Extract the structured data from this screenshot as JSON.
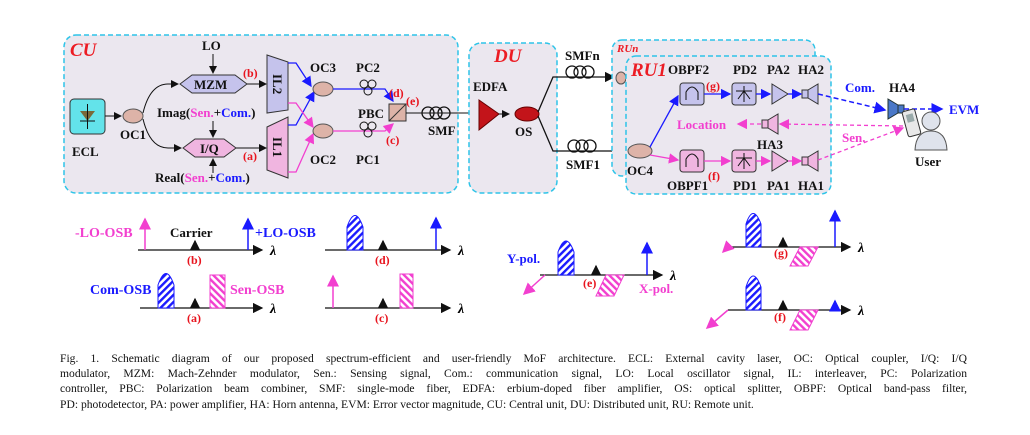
{
  "colors": {
    "box_border": "#2ec4e8",
    "box_fill": "#ebe7ef",
    "blue": "#1a1aff",
    "pink": "#f23fcf",
    "red": "#e8141e",
    "ecl": "#63e3ea",
    "edfa": "#c3141a"
  },
  "cu": {
    "title": "CU",
    "ecl": "ECL",
    "oc1": "OC1",
    "lo": "LO",
    "mzm": "MZM",
    "iq": "I/Q",
    "il2": "IL2",
    "il1": "IL1",
    "oc3": "OC3",
    "oc2": "OC2",
    "pc2": "PC2",
    "pc1": "PC1",
    "pbc": "PBC",
    "imag": {
      "prefix": "Imag(",
      "sen": "Sen.",
      "plus": "+",
      "com": "Com.",
      "close": ")"
    },
    "real": {
      "prefix": "Real(",
      "sen": "Sen.",
      "plus": "+",
      "com": "Com.",
      "close": ")"
    },
    "point_a": "(a)",
    "point_b": "(b)",
    "point_c": "(c)",
    "point_d": "(d)",
    "point_e": "(e)"
  },
  "smf": "SMF",
  "du": {
    "title": "DU",
    "edfa": "EDFA",
    "os": "OS",
    "smfn": "SMFn",
    "smf1": "SMF1"
  },
  "ru": {
    "run_title": "RUn",
    "ru1_title": "RU1",
    "oc4": "OC4",
    "obpf2": "OBPF2",
    "pd2": "PD2",
    "pa2": "PA2",
    "ha2": "HA2",
    "obpf1": "OBPF1",
    "pd1": "PD1",
    "pa1": "PA1",
    "ha1": "HA1",
    "ha3": "HA3",
    "location": "Location",
    "point_g": "(g)",
    "point_f": "(f)"
  },
  "user_side": {
    "com": "Com.",
    "ha4": "HA4",
    "evm": "EVM",
    "sen": "Sen.",
    "user": "User"
  },
  "spectra": {
    "lambda": "λ",
    "b": {
      "label": "(b)",
      "neg_lo": "-LO-OSB",
      "carrier": "Carrier",
      "pos_lo": "+LO-OSB"
    },
    "a": {
      "label": "(a)",
      "com_osb": "Com-OSB",
      "sen_osb": "Sen-OSB"
    },
    "d": {
      "label": "(d)"
    },
    "c": {
      "label": "(c)"
    },
    "e": {
      "label": "(e)",
      "y_pol": "Y-pol.",
      "x_pol": "X-pol."
    },
    "g": {
      "label": "(g)"
    },
    "f": {
      "label": "(f)"
    }
  },
  "caption": {
    "lines": [
      "Fig. 1.    Schematic diagram of our proposed spectrum-efficient and user-friendly MoF architecture. ECL: External cavity laser, OC: Optical coupler, I/Q: I/Q",
      "modulator, MZM: Mach-Zehnder modulator, Sen.: Sensing signal, Com.: communication signal, LO: Local oscillator signal, IL: interleaver, PC: Polarization",
      "controller, PBC: Polarization beam combiner, SMF: single-mode fiber, EDFA: erbium-doped fiber amplifier, OS: optical splitter, OBPF: Optical band-pass filter,",
      "PD: photodetector, PA: power amplifier, HA: Horn antenna, EVM: Error vector magnitude, CU: Central unit, DU: Distributed unit, RU: Remote unit."
    ]
  }
}
